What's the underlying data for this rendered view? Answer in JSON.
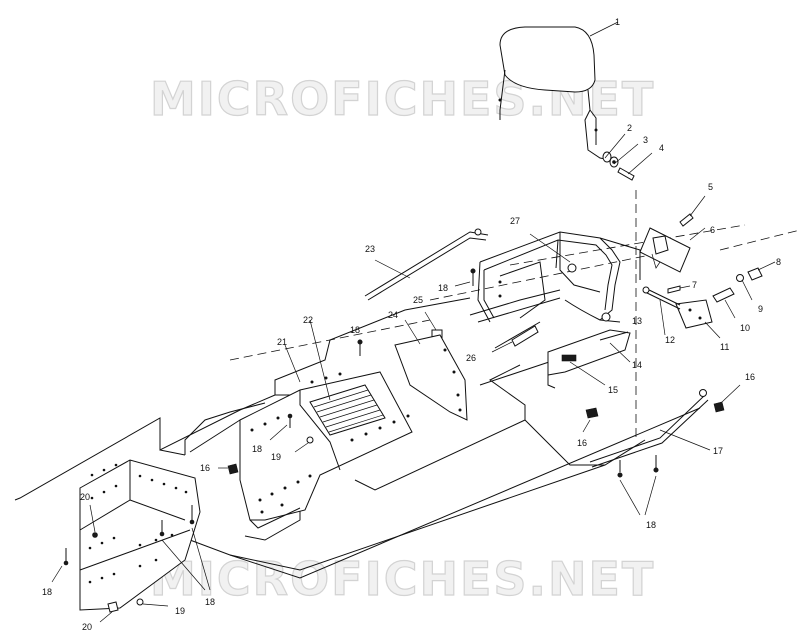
{
  "watermark": "MICROFICHES.NET",
  "callouts": {
    "c1": "1",
    "c2": "2",
    "c3": "3",
    "c4": "4",
    "c5": "5",
    "c6": "6",
    "c7": "7",
    "c8": "8",
    "c9": "9",
    "c10": "10",
    "c11": "11",
    "c12": "12",
    "c13": "13",
    "c14": "14",
    "c15": "15",
    "c16": "16",
    "c17": "17",
    "c18": "18",
    "c19": "19",
    "c20": "20",
    "c21": "21",
    "c22": "22",
    "c23": "23",
    "c24": "24",
    "c25": "25",
    "c26": "26",
    "c27": "27"
  }
}
